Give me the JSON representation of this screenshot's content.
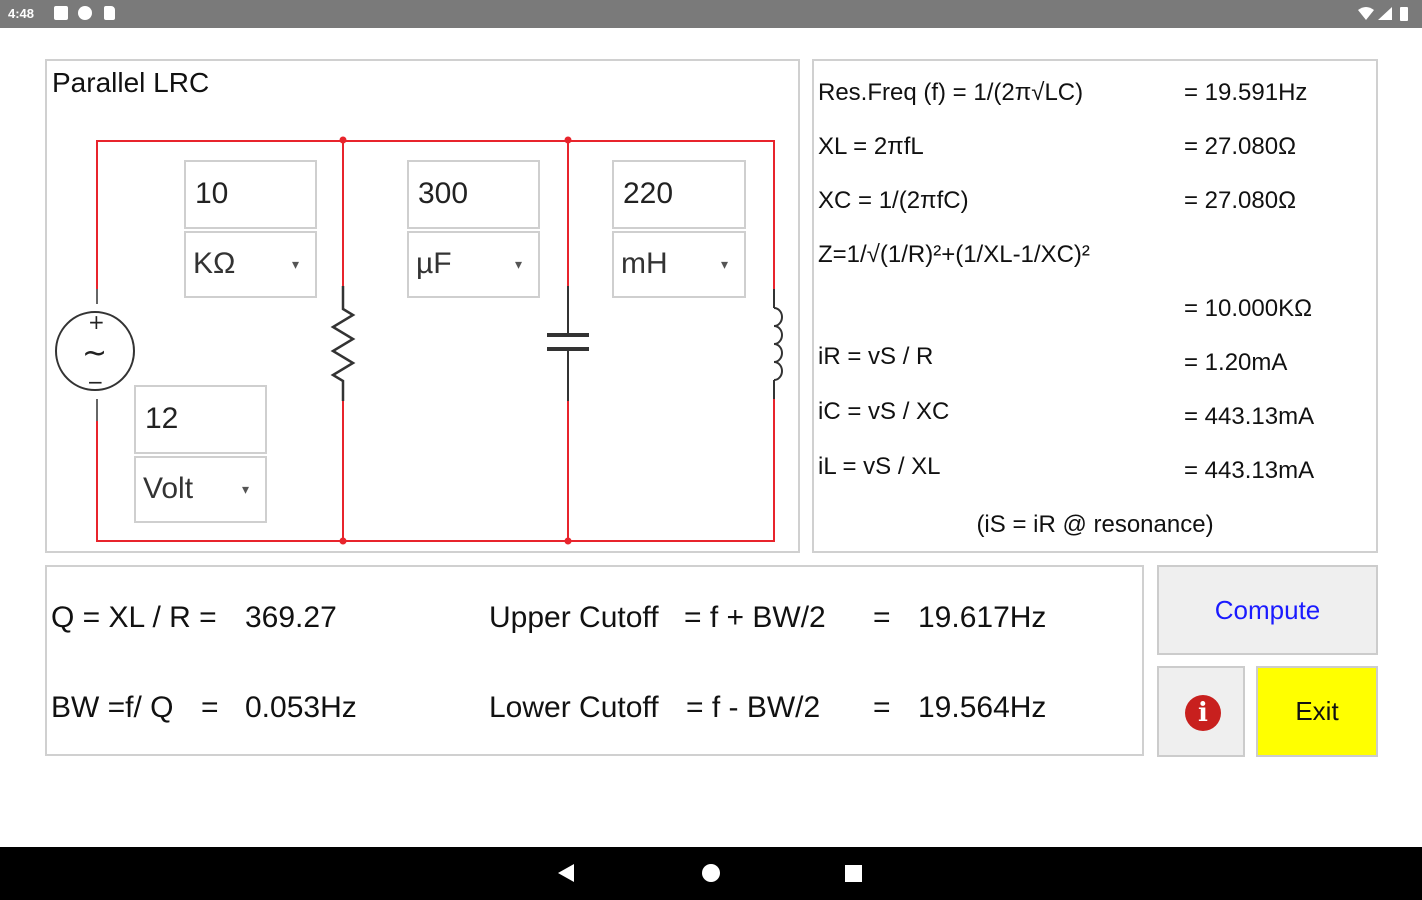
{
  "status_bar": {
    "time": "4:48",
    "left_icons": [
      "notification-icon",
      "sync-icon",
      "sd-card-icon"
    ],
    "right_icons": [
      "wifi-icon",
      "cell-signal-icon",
      "battery-icon"
    ]
  },
  "circuit": {
    "title": "Parallel LRC",
    "resistor": {
      "value": "10",
      "unit": "KΩ"
    },
    "capacitor": {
      "value": "300",
      "unit": "µF"
    },
    "inductor": {
      "value": "220",
      "unit": "mH"
    },
    "source": {
      "value": "12",
      "unit": "Volt",
      "plus": "+",
      "minus": "−",
      "wave": "~"
    },
    "wire_color": "#e8242c"
  },
  "formulas": {
    "rows": [
      {
        "label": "Res.Freq (f) = 1/(2π√LC)",
        "value": "= 19.591Hz"
      },
      {
        "label": "XL = 2πfL",
        "value": "= 27.080Ω"
      },
      {
        "label": "XC = 1/(2πfC)",
        "value": "= 27.080Ω"
      },
      {
        "label": "Z=1/√(1/R)²+(1/XL-1/XC)²",
        "value": ""
      },
      {
        "label": "",
        "value": "= 10.000KΩ"
      },
      {
        "label": "iR = vS / R",
        "value": "= 1.20mA"
      },
      {
        "label": "iC = vS / XC",
        "value": "= 443.13mA"
      },
      {
        "label": "iL = vS / XL",
        "value": "= 443.13mA"
      }
    ],
    "note": "(iS = iR @ resonance)"
  },
  "results": {
    "q_label": "Q = XL / R  =",
    "q_value": "369.27",
    "bw_label": "BW =f/ Q",
    "bw_eq": "=",
    "bw_value": "0.053Hz",
    "upper_label": "Upper Cutoff",
    "upper_formula": "= f + BW/2",
    "upper_eq": "=",
    "upper_value": "19.617Hz",
    "lower_label": "Lower Cutoff",
    "lower_formula": "= f - BW/2",
    "lower_eq": "=",
    "lower_value": "19.564Hz"
  },
  "buttons": {
    "compute": "Compute",
    "info": "i",
    "exit": "Exit",
    "compute_color": "#1a1aff",
    "exit_color": "#ffff00",
    "info_color": "#c8201e"
  },
  "nav": {
    "icons": [
      "back-icon",
      "home-icon",
      "recents-icon"
    ]
  }
}
